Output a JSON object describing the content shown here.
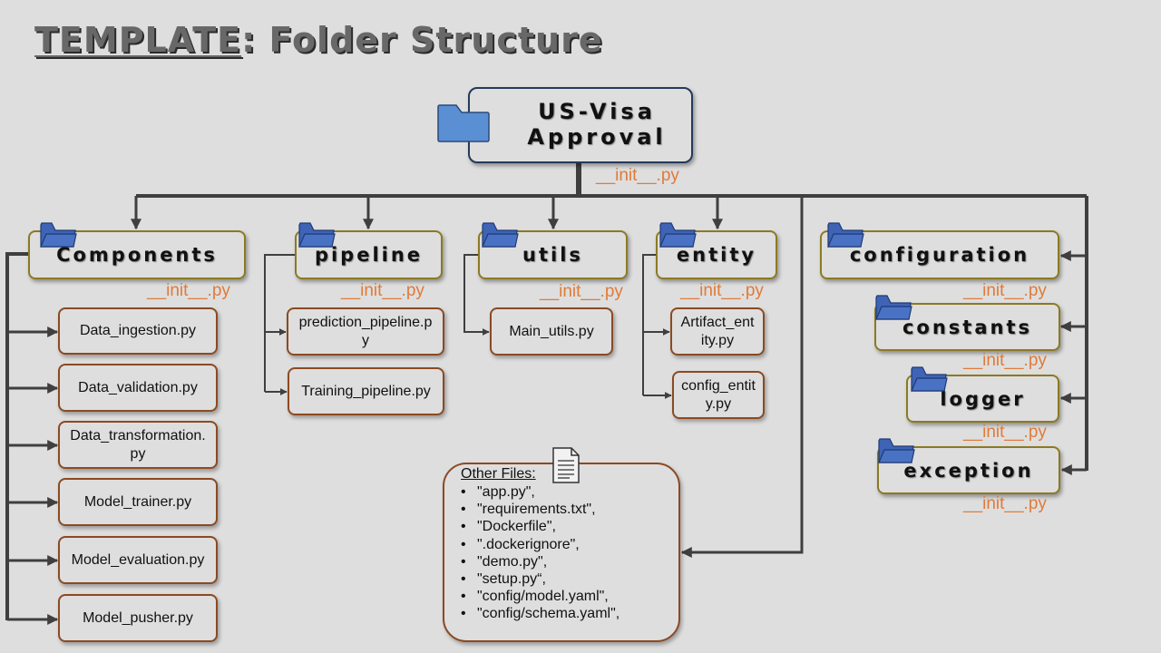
{
  "title": {
    "prefix": "TEMPLATE",
    "rest": ": Folder Structure"
  },
  "root": {
    "line1": "US-Visa",
    "line2": "Approval",
    "init": "__init__.py"
  },
  "folders": {
    "components": {
      "label": "Components",
      "init": "__init__.py"
    },
    "pipeline": {
      "label": "pipeline",
      "init": "__init__.py"
    },
    "utils": {
      "label": "utils",
      "init": "__init__.py"
    },
    "entity": {
      "label": "entity",
      "init": "__init__.py"
    },
    "configuration": {
      "label": "configuration",
      "init": "__init__.py"
    },
    "constants": {
      "label": "constants",
      "init": "__init__.py"
    },
    "logger": {
      "label": "logger",
      "init": "__init__.py"
    },
    "exception": {
      "label": "exception",
      "init": "__init__.py"
    }
  },
  "components_files": [
    "Data_ingestion.py",
    "Data_validation.py",
    "Data_transformation.py",
    "Model_trainer.py",
    "Model_evaluation.py",
    "Model_pusher.py"
  ],
  "pipeline_files": [
    "prediction_pipeline.py",
    "Training_pipeline.py"
  ],
  "utils_files": [
    "Main_utils.py"
  ],
  "entity_files": [
    "Artifact_entity.py",
    "config_entity.py"
  ],
  "other_files": {
    "title": "Other Files:",
    "items": [
      "\"app.py\",",
      "\"requirements.txt\",",
      "\"Dockerfile\",",
      "\".dockerignore\",",
      "\"demo.py\",",
      "\"setup.py“,",
      "\"config/model.yaml\",",
      "\"config/schema.yaml\","
    ]
  },
  "colors": {
    "background": "#dedede",
    "folder_border": "#8b7a22",
    "file_border": "#8b4a22",
    "root_border": "#243a5a",
    "init_text": "#e07b39",
    "folder_icon": "#4a72c4",
    "connector": "#3f3f3f"
  },
  "icons": {
    "folder": "folder-icon",
    "document": "document-icon"
  }
}
